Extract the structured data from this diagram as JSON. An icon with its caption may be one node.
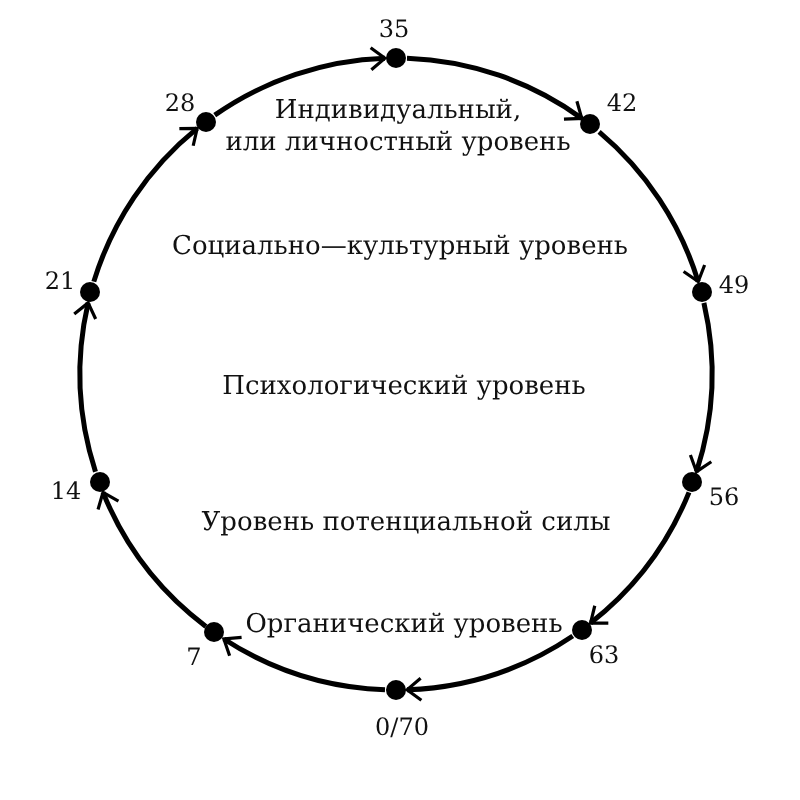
{
  "diagram": {
    "nodes": [
      {
        "text": [],
        "shape": "circle",
        "beside": [
          "0/70"
        ]
      },
      {
        "text": [],
        "shape": "circle",
        "beside": [
          "7"
        ]
      },
      {
        "text": [],
        "shape": "circle",
        "beside": [
          "14"
        ]
      },
      {
        "text": [],
        "shape": "circle",
        "beside": [
          "21"
        ]
      },
      {
        "text": [],
        "shape": "circle",
        "beside": [
          "28"
        ]
      },
      {
        "text": [],
        "shape": "circle",
        "beside": [
          "35"
        ]
      },
      {
        "text": [],
        "shape": "circle",
        "beside": [
          "42"
        ]
      },
      {
        "text": [],
        "shape": "circle",
        "beside": [
          "49"
        ]
      },
      {
        "text": [],
        "shape": "circle",
        "beside": [
          "56"
        ]
      },
      {
        "text": [],
        "shape": "circle",
        "beside": [
          "63"
        ]
      }
    ],
    "edges": [
      {
        "from": 0,
        "to": 1,
        "arrow": "to"
      },
      {
        "from": 1,
        "to": 2,
        "arrow": "to"
      },
      {
        "from": 2,
        "to": 3,
        "arrow": "to"
      },
      {
        "from": 3,
        "to": 4,
        "arrow": "to"
      },
      {
        "from": 4,
        "to": 5,
        "arrow": "to"
      },
      {
        "from": 5,
        "to": 6,
        "arrow": "to"
      },
      {
        "from": 6,
        "to": 7,
        "arrow": "to"
      },
      {
        "from": 7,
        "to": 8,
        "arrow": "to"
      },
      {
        "from": 8,
        "to": 9,
        "arrow": "to"
      },
      {
        "from": 9,
        "to": 0,
        "arrow": "to"
      }
    ],
    "labels": [
      "Индивидуальный, или личностный уровень",
      "Социально—культурный уровень",
      "Психологический уровень",
      "Уровень потенциальной силы",
      "Органический уровень"
    ]
  }
}
